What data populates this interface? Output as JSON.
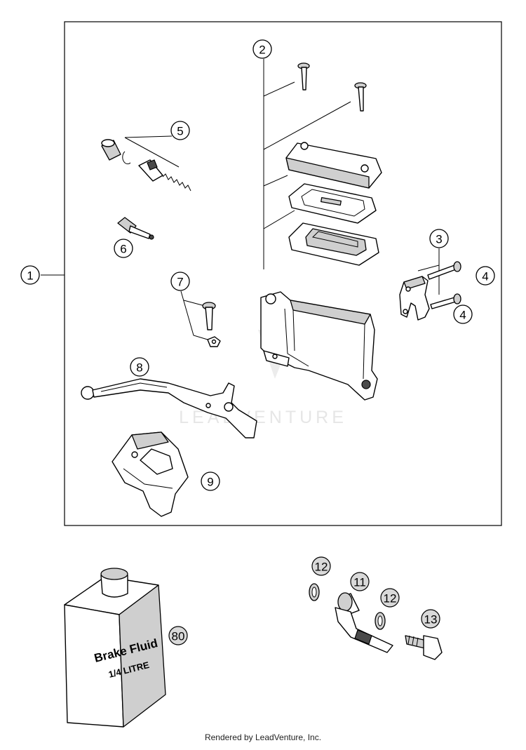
{
  "callouts": {
    "c1": "1",
    "c2": "2",
    "c3": "3",
    "c4a": "4",
    "c4b": "4",
    "c5": "5",
    "c6": "6",
    "c7": "7",
    "c8": "8",
    "c9": "9",
    "c11": "11",
    "c12a": "12",
    "c12b": "12",
    "c13": "13",
    "c80": "80"
  },
  "bottle_label": {
    "line1": "Brake Fluid",
    "line2": "1/4 LITRE"
  },
  "watermark": "LEADVENTURE",
  "footer": "Rendered by LeadVenture, Inc."
}
